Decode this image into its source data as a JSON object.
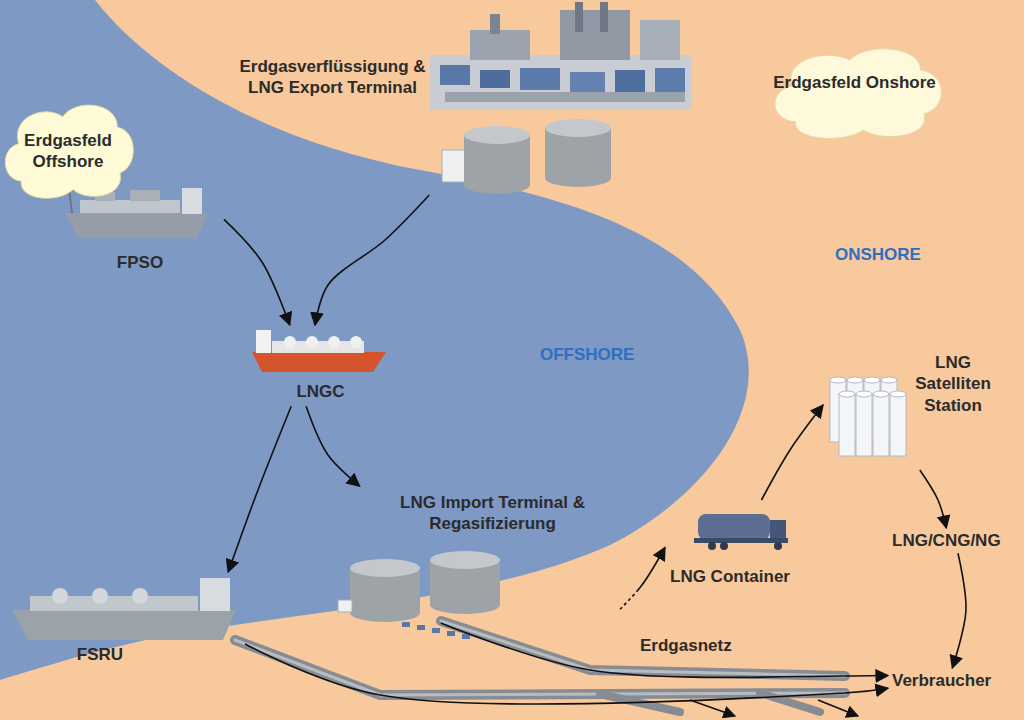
{
  "diagram": {
    "nodes": [
      {
        "text": [
          "Erdgasfeld Offshore"
        ]
      },
      {
        "text": [
          "Erdgasverflüssigung & LNG Export Terminal"
        ]
      },
      {
        "text": [
          "Erdgasfeld Onshore"
        ]
      },
      {
        "text": [
          "FPSO"
        ]
      },
      {
        "text": [
          "LNGC"
        ]
      },
      {
        "text": [
          "LNG Satelliten Station"
        ]
      },
      {
        "text": [
          "LNG Import Terminal & Regasifizierung"
        ]
      },
      {
        "text": [
          "FSRU"
        ]
      },
      {
        "text": [
          "LNG Container"
        ]
      },
      {
        "text": [
          "LNG/CNG/NG"
        ]
      },
      {
        "text": [
          "Verbraucher"
        ]
      }
    ],
    "edges": [
      {
        "from": 3,
        "to": 4,
        "arrow": "to"
      },
      {
        "from": 1,
        "to": 4,
        "arrow": "to"
      },
      {
        "from": 4,
        "to": 7,
        "arrow": "to"
      },
      {
        "from": 4,
        "to": 6,
        "arrow": "to"
      },
      {
        "from": 6,
        "to": 8,
        "arrow": "to"
      },
      {
        "from": 8,
        "to": 5,
        "arrow": "to"
      },
      {
        "from": 5,
        "to": 9,
        "arrow": "to"
      },
      {
        "from": 9,
        "to": 10,
        "arrow": "to"
      },
      {
        "from": 7,
        "to": 10,
        "arrow": "to"
      },
      {
        "from": 6,
        "to": 10,
        "arrow": "to"
      }
    ],
    "labels": [
      "ONSHORE",
      "OFFSHORE",
      "Erdgasnetz"
    ]
  }
}
